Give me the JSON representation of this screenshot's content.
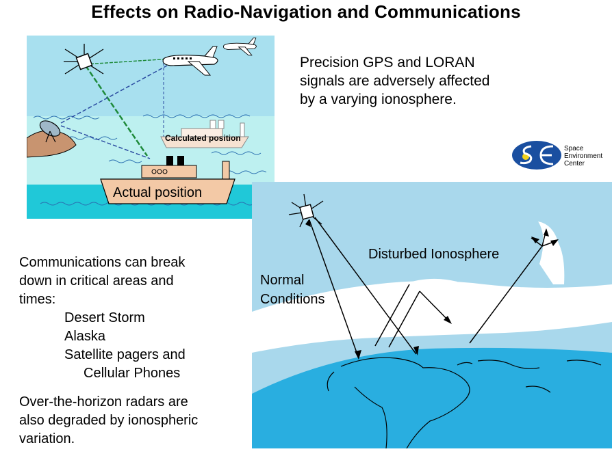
{
  "title": "Effects on Radio-Navigation and Communications",
  "gps_text": [
    "Precision  GPS and LORAN",
    "signals are adversely affected",
    "by a varying ionosphere."
  ],
  "logo": {
    "lines": [
      "Space",
      "Environment",
      "Center"
    ],
    "colors": {
      "blue": "#1a4fa0",
      "yellow": "#f2d21b"
    }
  },
  "nav_panel": {
    "calculated_label": "Calculated position",
    "actual_label": "Actual position",
    "colors": {
      "sky": "#a8e0ef",
      "sea_light": "#bdf0f0",
      "sea": "#20c8d8",
      "ship": "#f3c9a6"
    }
  },
  "iono_panel": {
    "disturbed_label": "Disturbed Ionosphere",
    "normal_label_1": "Normal",
    "normal_label_2": "Conditions",
    "colors": {
      "sky": "#a9d8ec",
      "earth": "#29aee0"
    }
  },
  "comms_text": {
    "lines": [
      "Communications  can break",
      "down in critical areas and",
      "times:"
    ],
    "items": [
      "Desert Storm",
      "Alaska",
      "Satellite pagers and"
    ],
    "item_cont": "Cellular Phones"
  },
  "radar_text": [
    "Over-the-horizon  radars are",
    "also degraded by ionospheric",
    "variation."
  ]
}
